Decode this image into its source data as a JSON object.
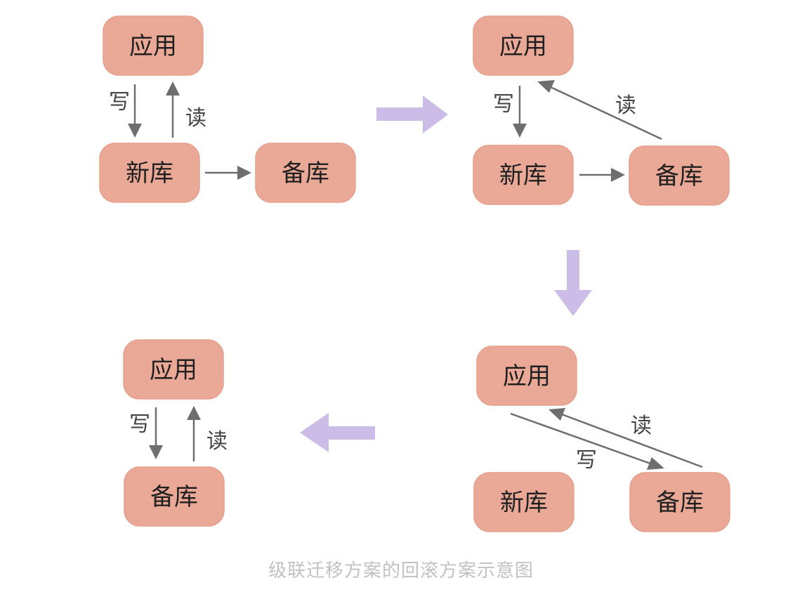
{
  "nodes": {
    "app": "应用",
    "new_db": "新库",
    "backup_db": "备库"
  },
  "edge_labels": {
    "write": "写",
    "read": "读"
  },
  "caption": "级联迁移方案的回滚方案示意图",
  "colors": {
    "node_fill": "#eaa997",
    "arrow": "#6e6e6e",
    "flow_arrow": "#cbbde8",
    "caption": "#c2c2c2"
  }
}
